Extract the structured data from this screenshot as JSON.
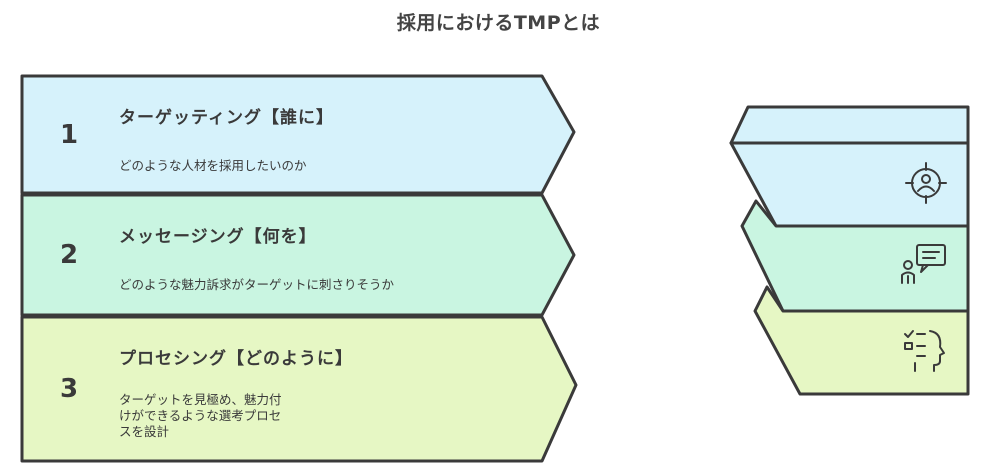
{
  "title": "採用におけるTMPとは",
  "steps": [
    {
      "number": "1",
      "heading": "ターゲッティング【誰に】",
      "description": "どのような人材を採用したいのか",
      "color": "#d6f2fb"
    },
    {
      "number": "2",
      "heading": "メッセージング【何を】",
      "description": "どのような魅力訴求がターゲットに刺さりそうか",
      "color": "#c9f5e1"
    },
    {
      "number": "3",
      "heading": "プロセシング【どのように】",
      "description": "ターゲットを見極め、魅力付\nけができるような選考プロセ\nスを設計",
      "color": "#e6f7c4"
    }
  ],
  "icons": [
    "target-person-icon",
    "person-speech-icon",
    "head-checklist-icon"
  ],
  "colors": {
    "outline": "#3a3a3a",
    "text": "#3a3a3a"
  }
}
